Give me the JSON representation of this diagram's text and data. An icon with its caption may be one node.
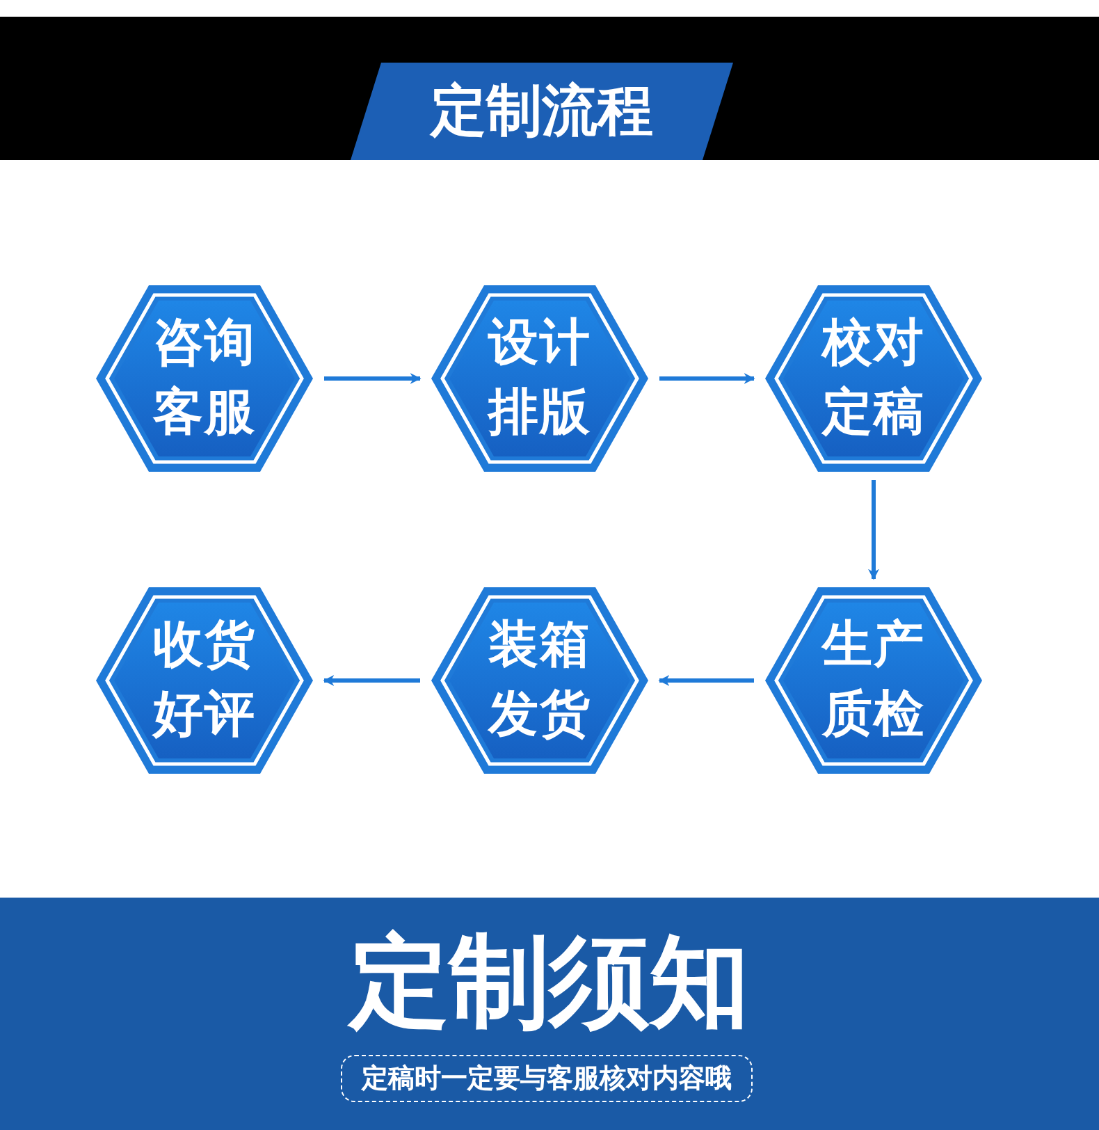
{
  "diagram": {
    "title": "定制流程",
    "nodes": [
      {
        "text": [
          "咨询客服"
        ]
      },
      {
        "text": [
          "设计排版"
        ]
      },
      {
        "text": [
          "校对定稿"
        ]
      },
      {
        "text": [
          "生产质检"
        ]
      },
      {
        "text": [
          "装箱发货"
        ]
      },
      {
        "text": [
          "收货好评"
        ]
      }
    ],
    "edges": [
      {
        "from": 0,
        "to": 1,
        "arrow": "to"
      },
      {
        "from": 1,
        "to": 2,
        "arrow": "to"
      },
      {
        "from": 2,
        "to": 3,
        "arrow": "to"
      },
      {
        "from": 3,
        "to": 4,
        "arrow": "to"
      },
      {
        "from": 4,
        "to": 5,
        "arrow": "to"
      }
    ],
    "labels": [
      "定制须知",
      "定稿时一定要与客服核对内容哦"
    ]
  }
}
